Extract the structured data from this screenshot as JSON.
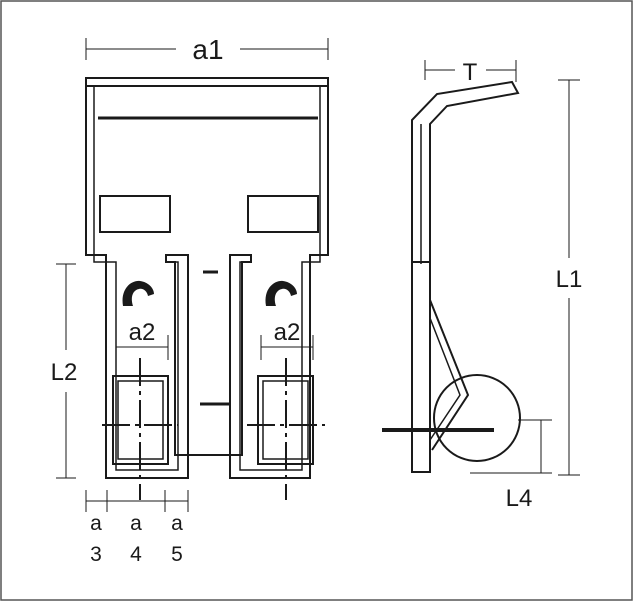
{
  "labels": {
    "a1": "a1",
    "a2_left": "a2",
    "a2_right": "a2",
    "T": "T",
    "L1": "L1",
    "L2": "L2",
    "L4": "L4",
    "a3_top": "a",
    "a3_bottom": "3",
    "a4_top": "a",
    "a4_bottom": "4",
    "a5_top": "a",
    "a5_bottom": "5"
  },
  "colors": {
    "stroke": "#1a1a1a",
    "background": "#ffffff"
  }
}
